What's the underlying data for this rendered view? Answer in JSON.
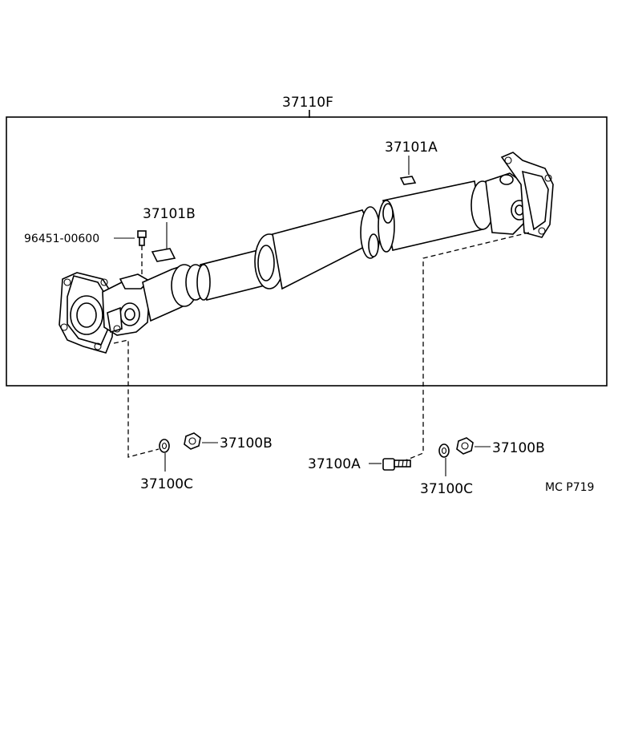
{
  "labels": {
    "assembly": "37110F",
    "center_bearing_clip": "37101A",
    "front_clip": "37101B",
    "grease_fitting": "96451-00600",
    "bolt": "37100A",
    "nut_left": "37100B",
    "nut_right": "37100B",
    "washer_left": "37100C",
    "washer_right": "37100C",
    "diagram_code": "MC P719"
  },
  "colors": {
    "ink": "#000000",
    "paper": "#ffffff"
  }
}
